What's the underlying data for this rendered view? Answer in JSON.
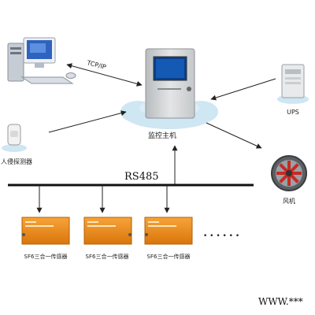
{
  "labels": {
    "protocol": "TCP/IP",
    "host": "监控主机",
    "ups": "UPS",
    "intrusion": "人侵探测器",
    "fan": "风机",
    "bus": "RS485",
    "sensor": "SF6三合一传感器",
    "ellipsis": "• • • • • •",
    "watermark": "WWW.***"
  },
  "colors": {
    "cloud": "#cfe6f3",
    "host_cabinet": "#d8dadb",
    "screen": "#0a3f8a",
    "sensor_box": "#f08a10",
    "line": "#222222"
  }
}
